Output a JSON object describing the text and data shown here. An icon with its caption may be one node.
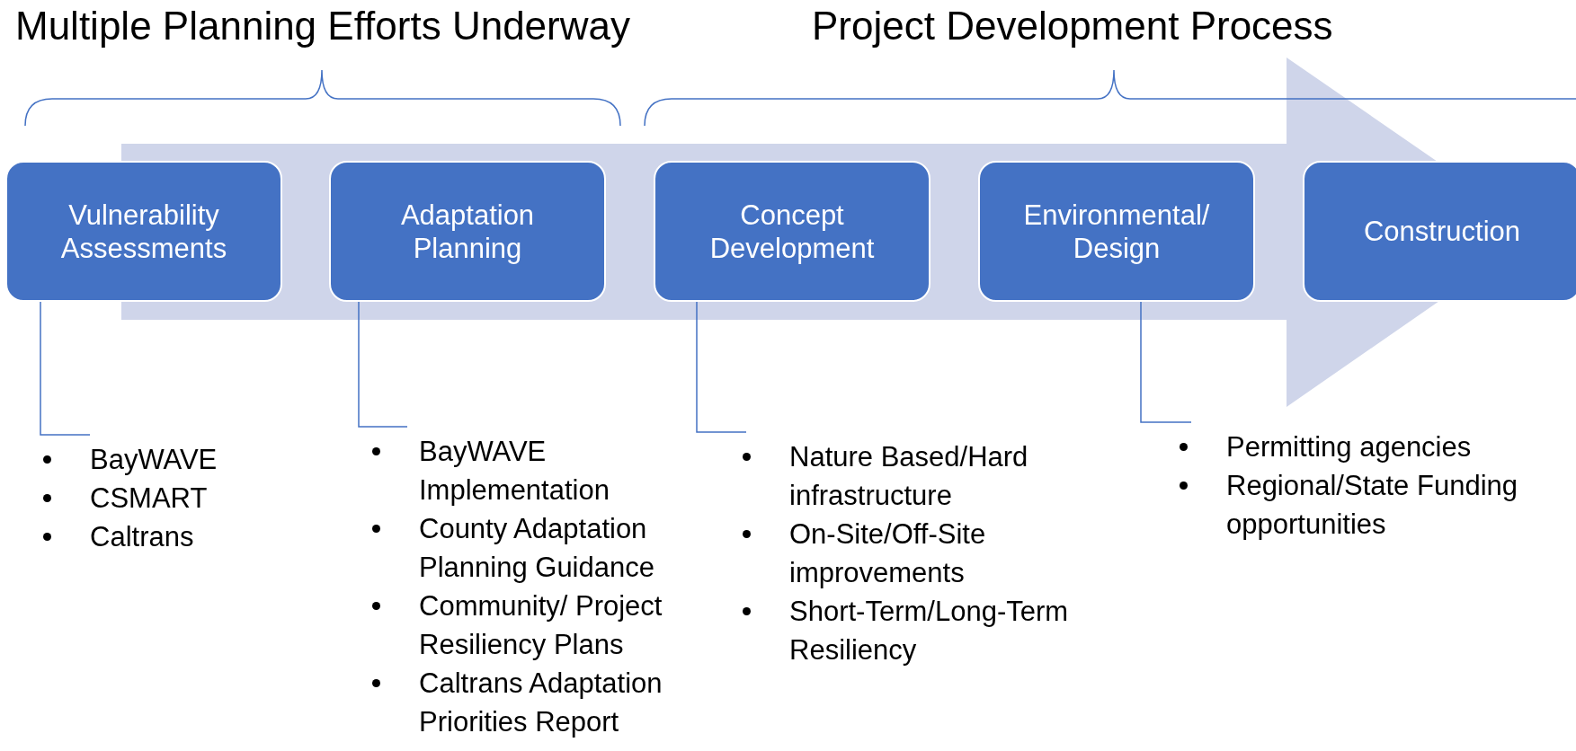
{
  "diagram": {
    "nodes": [
      {
        "text": [
          "Vulnerability Assessments"
        ]
      },
      {
        "text": [
          "Adaptation Planning"
        ]
      },
      {
        "text": [
          "Concept Development"
        ]
      },
      {
        "text": [
          "Environmental/ Design"
        ]
      },
      {
        "text": [
          "Construction"
        ]
      },
      {
        "text": [
          "BayWAVE",
          "CSMART",
          "Caltrans"
        ]
      },
      {
        "text": [
          "BayWAVE Implementation",
          "County Adaptation Planning Guidance",
          "Community/ Project Resiliency Plans",
          "Caltrans Adaptation Priorities Report"
        ]
      },
      {
        "text": [
          "Nature Based/Hard infrastructure",
          "On-Site/Off-Site improvements",
          "Short-Term/Long-Term Resiliency"
        ]
      },
      {
        "text": [
          "Permitting agencies",
          "Regional/State Funding opportunities"
        ]
      }
    ],
    "edges": [
      {
        "from": 0,
        "to": 5,
        "arrow": "none"
      },
      {
        "from": 1,
        "to": 6,
        "arrow": "none"
      },
      {
        "from": 2,
        "to": 7,
        "arrow": "none"
      },
      {
        "from": 3,
        "to": 8,
        "arrow": "none"
      },
      {
        "from": 0,
        "to": 4,
        "arrow": "to",
        "style": "thick",
        "color": "#cfd5ea"
      }
    ],
    "labels": [
      "Multiple Planning Efforts Underway",
      "Project Development Process"
    ]
  }
}
